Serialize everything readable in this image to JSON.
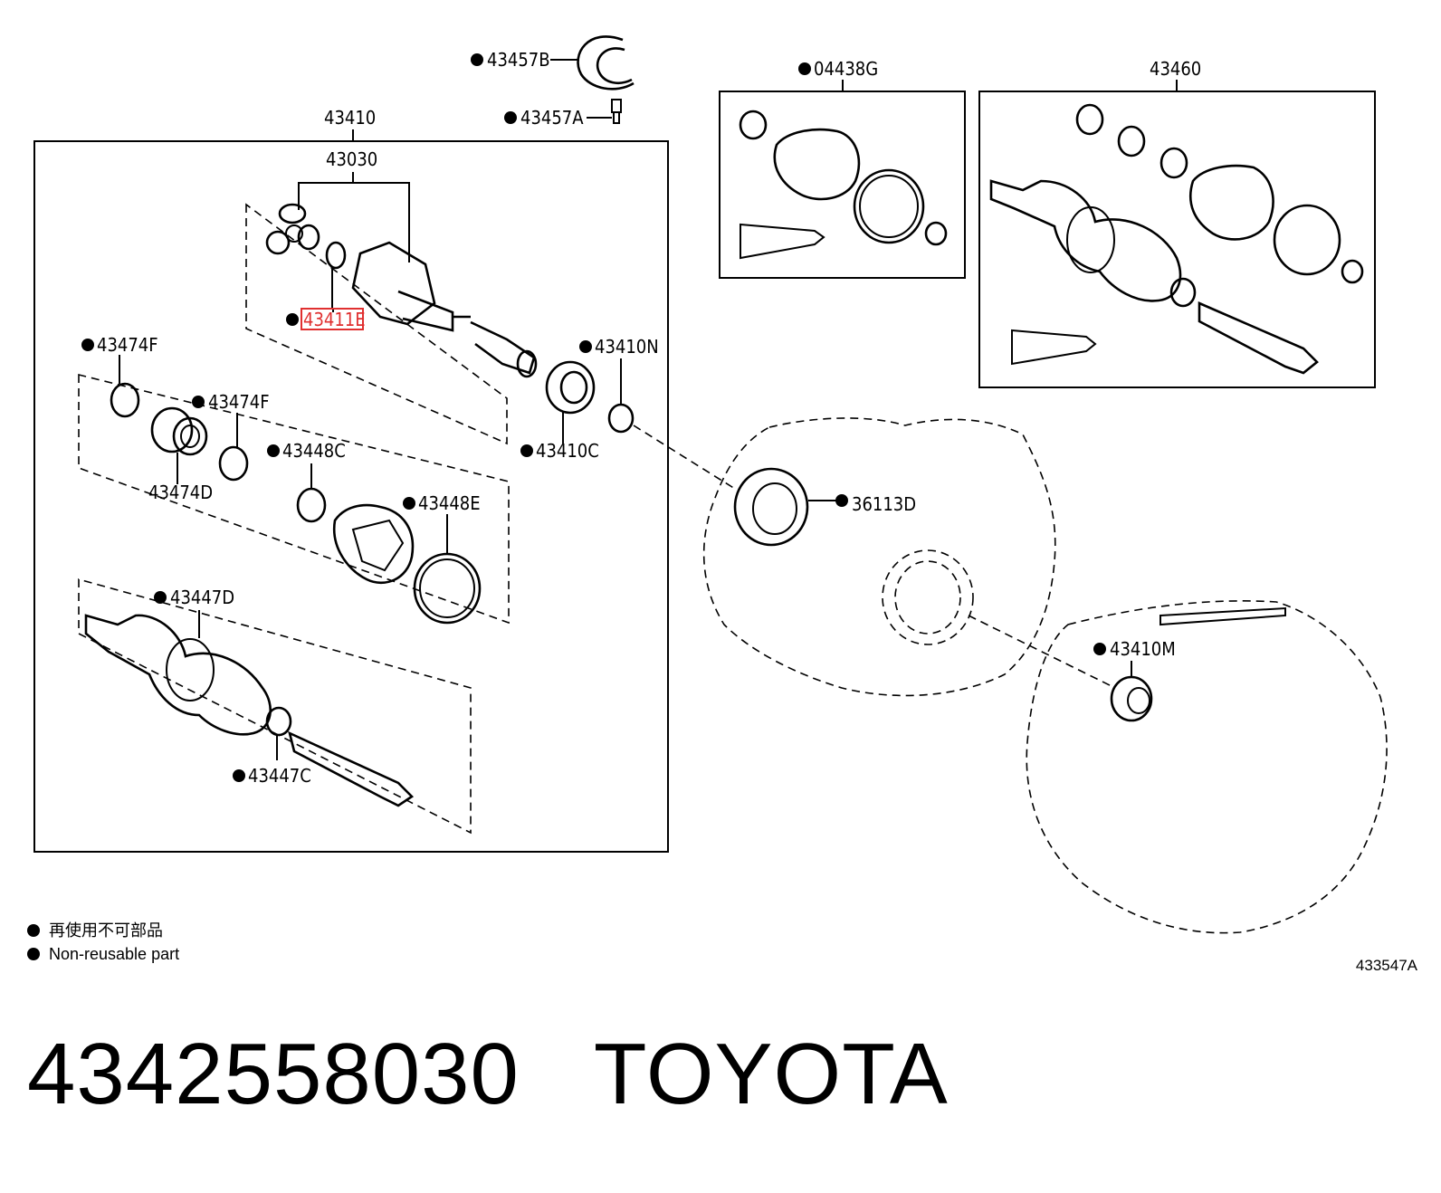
{
  "labels": {
    "l_43457B": "43457B",
    "l_43457A": "43457A",
    "l_43410": "43410",
    "l_43030": "43030",
    "l_43411E": "43411E",
    "l_43474F_a": "43474F",
    "l_43474F_b": "43474F",
    "l_43474D": "43474D",
    "l_43448C": "43448C",
    "l_43448E": "43448E",
    "l_43447D": "43447D",
    "l_43447C": "43447C",
    "l_43410N": "43410N",
    "l_43410C": "43410C",
    "l_04438G": "04438G",
    "l_43460": "43460",
    "l_36113D": "36113D",
    "l_43410M": "43410M"
  },
  "highlight_color": "#e03030",
  "legend": {
    "line1": "再使用不可部品",
    "line2": "Non-reusable part"
  },
  "figure_id": "433547A",
  "footer": {
    "part_number": "4342558030",
    "brand": "TOYOTA"
  }
}
